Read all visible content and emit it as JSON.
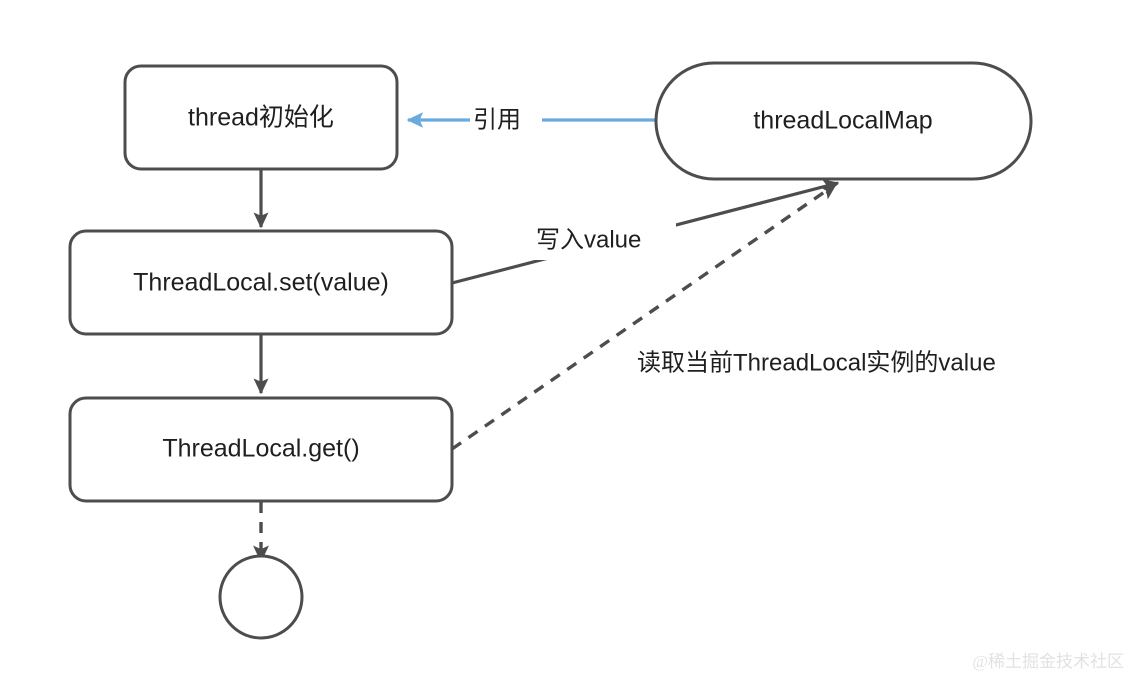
{
  "diagram": {
    "title": "ThreadLocal flow diagram",
    "background_color": "#ffffff",
    "stroke_color": "#4d4d4d",
    "accent_color": "#6aaadd",
    "text_color": "#1f1f1f",
    "nodes": [
      {
        "id": "thread-init",
        "label": "thread初始化",
        "shape": "rounded-rect"
      },
      {
        "id": "threadlocal-set",
        "label": "ThreadLocal.set(value)",
        "shape": "rounded-rect"
      },
      {
        "id": "threadlocal-get",
        "label": "ThreadLocal.get()",
        "shape": "rounded-rect"
      },
      {
        "id": "threadlocalmap",
        "label": "threadLocalMap",
        "shape": "pill"
      },
      {
        "id": "end-circle",
        "label": "",
        "shape": "circle"
      }
    ],
    "edges": [
      {
        "id": "init-to-set",
        "label": "",
        "style": "solid",
        "color": "#4d4d4d",
        "from": "thread-init",
        "to": "threadlocal-set"
      },
      {
        "id": "set-to-get",
        "label": "",
        "style": "solid",
        "color": "#4d4d4d",
        "from": "threadlocal-set",
        "to": "threadlocal-get"
      },
      {
        "id": "map-to-init",
        "label": "引用",
        "style": "solid",
        "color": "#6aaadd",
        "from": "threadlocalmap",
        "to": "thread-init"
      },
      {
        "id": "set-to-map",
        "label": "写入value",
        "style": "solid",
        "color": "#4d4d4d",
        "from": "threadlocal-set",
        "to": "threadlocalmap"
      },
      {
        "id": "get-to-map",
        "label": "读取当前ThreadLocal实例的value",
        "style": "dashed",
        "color": "#4d4d4d",
        "from": "threadlocal-get",
        "to": "threadlocalmap"
      },
      {
        "id": "get-to-end",
        "label": "",
        "style": "dashed",
        "color": "#4d4d4d",
        "from": "threadlocal-get",
        "to": "end-circle"
      }
    ]
  },
  "watermark": {
    "text": "@稀土掘金技术社区"
  }
}
